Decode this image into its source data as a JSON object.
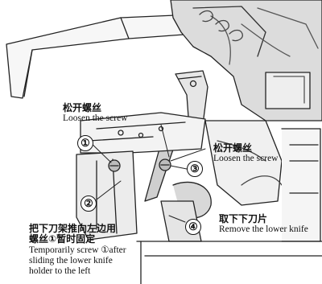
{
  "labels": {
    "loosen_screw_upper": {
      "zh": "松开螺丝",
      "en": "Loosen the screw"
    },
    "loosen_screw_right": {
      "zh": "松开螺丝",
      "en": "Loosen the screw"
    },
    "remove_knife": {
      "zh": "取下下刀片",
      "en": "Remove the lower knife"
    },
    "temporarily_fix": {
      "zh_line1": "把下刀架推向左边用",
      "zh_line2": "螺丝①暂时固定",
      "en_line1": "Temporarily screw ①after",
      "en_line2": "sliding the lower knife",
      "en_line3": "holder to the left"
    }
  },
  "callouts": [
    "①",
    "②",
    "③",
    "④"
  ]
}
